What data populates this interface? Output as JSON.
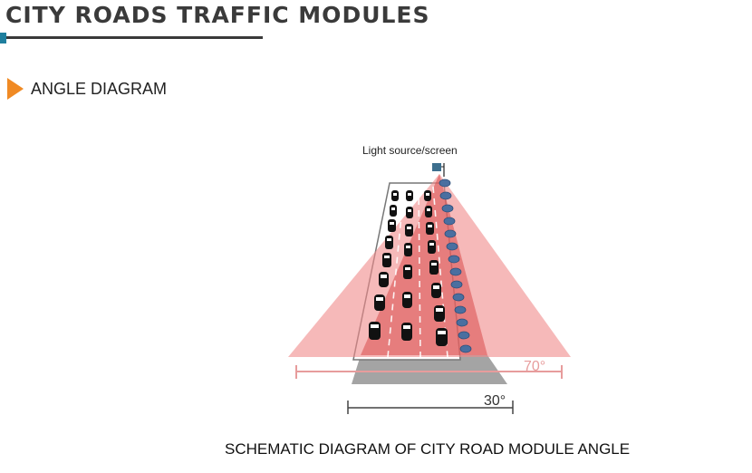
{
  "header": {
    "title": "CITY ROADS TRAFFIC MODULES"
  },
  "section": {
    "heading": "ANGLE DIAGRAM"
  },
  "diagram": {
    "source_label": "Light source/screen",
    "wide_angle_label": "70°",
    "narrow_angle_label": "30°",
    "caption": "SCHEMATIC DIAGRAM OF CITY ROAD MODULE ANGLE",
    "colors": {
      "wide_beam": "#f08a8a",
      "narrow_beam": "#d94c4c",
      "ground_shadow": "#9a9a9a",
      "road": "#ffffff",
      "lane_mark": "#ffffff",
      "car_body": "#111111",
      "module_icon": "#4a6fa0",
      "source_box": "#3d6f8e",
      "dimension_line_wide": "#e79c9c",
      "dimension_line_narrow": "#444444"
    }
  }
}
